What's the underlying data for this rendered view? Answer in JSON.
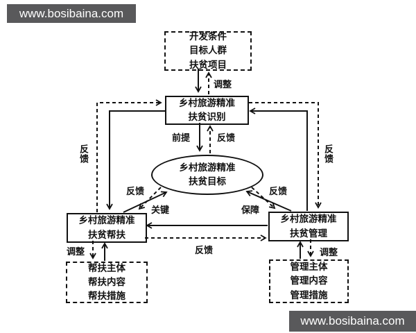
{
  "watermark": {
    "top_left": "www.bosibaina.com",
    "bottom_right": "www.bosibaina.com"
  },
  "colors": {
    "background": "#ffffff",
    "line": "#111111",
    "watermark_bg": "#59595b",
    "watermark_text": "#ffffff"
  },
  "nodes": {
    "top_dashed": {
      "lines": [
        "开发条件",
        "目标人群",
        "扶贫项目"
      ]
    },
    "identify": {
      "lines": [
        "乡村旅游精准",
        "扶贫识别"
      ]
    },
    "goal": {
      "lines": [
        "乡村旅游精准",
        "扶贫目标"
      ]
    },
    "assist": {
      "lines": [
        "乡村旅游精准",
        "扶贫帮扶"
      ]
    },
    "manage": {
      "lines": [
        "乡村旅游精准",
        "扶贫管理"
      ]
    },
    "assist_dashed": {
      "lines": [
        "帮扶主体",
        "帮扶内容",
        "帮扶措施"
      ]
    },
    "manage_dashed": {
      "lines": [
        "管理主体",
        "管理内容",
        "管理措施"
      ]
    }
  },
  "labels": {
    "adjust_top": "调整",
    "premise": "前提",
    "feedback_mid": "反馈",
    "feedback_left_vert": "反馈",
    "feedback_right_vert": "反馈",
    "feedback_diag_left": "反馈",
    "key": "关键",
    "guarantee": "保障",
    "feedback_diag_right": "反馈",
    "feedback_bottom": "反馈",
    "adjust_bottom_left": "调整",
    "adjust_bottom_right": "调整"
  }
}
